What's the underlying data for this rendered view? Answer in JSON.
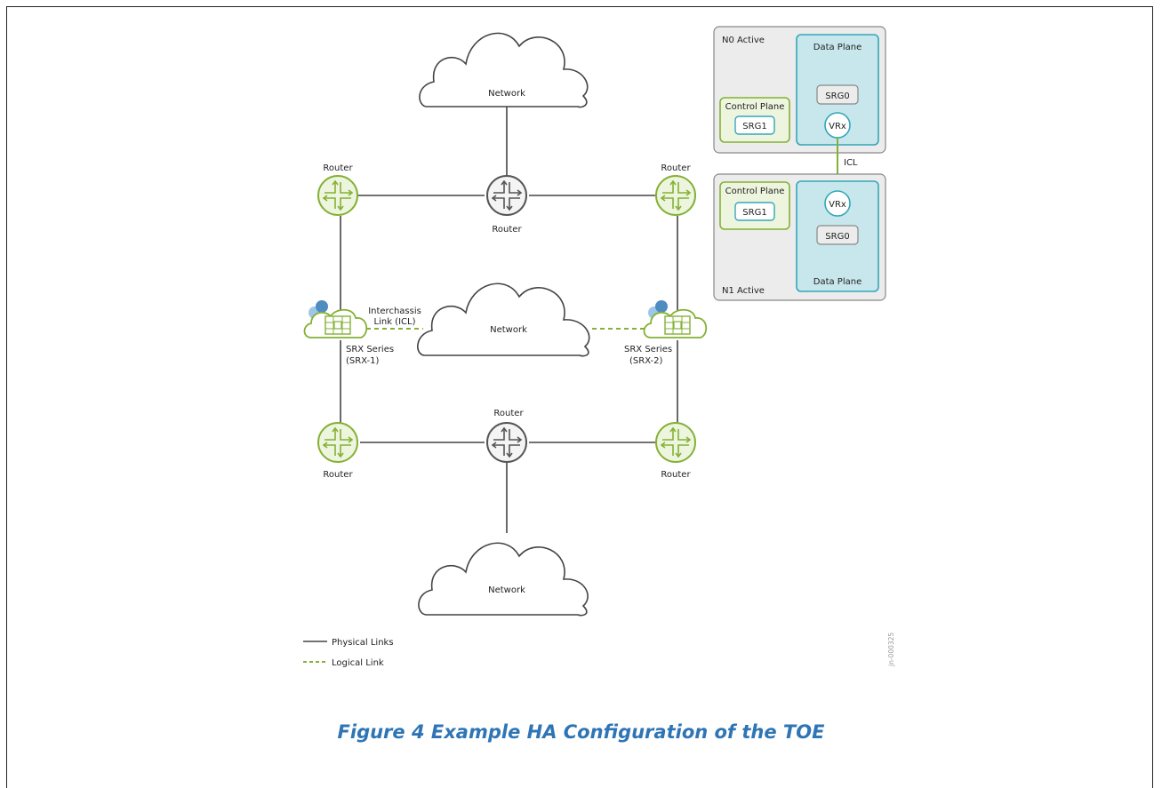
{
  "diagram": {
    "clouds": {
      "top": "Network",
      "middle": "Network",
      "bottom": "Network"
    },
    "routers": {
      "top_left": "Router",
      "top_center": "Router",
      "top_right": "Router",
      "bottom_left": "Router",
      "bottom_center": "Router",
      "bottom_right": "Router"
    },
    "srx1": {
      "line1": "SRX Series",
      "line2": "(SRX-1)"
    },
    "srx2": {
      "line1": "SRX Series",
      "line2": "(SRX-2)"
    },
    "icl_label": {
      "line1": "Interchassis",
      "line2": "Link (ICL)"
    },
    "ha_panel": {
      "node0": {
        "title": "N0 Active",
        "control_plane": "Control Plane",
        "control_srg": "SRG1",
        "data_plane": "Data Plane",
        "data_srg": "SRG0",
        "vr": "VRx"
      },
      "icl": "ICL",
      "node1": {
        "title": "N1 Active",
        "control_plane": "Control Plane",
        "control_srg": "SRG1",
        "data_plane": "Data Plane",
        "data_srg": "SRG0",
        "vr": "VRx"
      }
    },
    "legend": {
      "physical": "Physical Links",
      "logical": "Logical Link"
    },
    "figure_id": "jn-000325"
  },
  "caption": "Figure 4 Example HA Configuration of the TOE",
  "colors": {
    "green": "#84b135",
    "teal": "#33a7b8",
    "panel_bg": "#ececec",
    "cloud_stroke": "#444444",
    "caption": "#2f75b5"
  },
  "icons": [
    "cloud-icon",
    "router-icon",
    "srx-firewall-icon"
  ]
}
